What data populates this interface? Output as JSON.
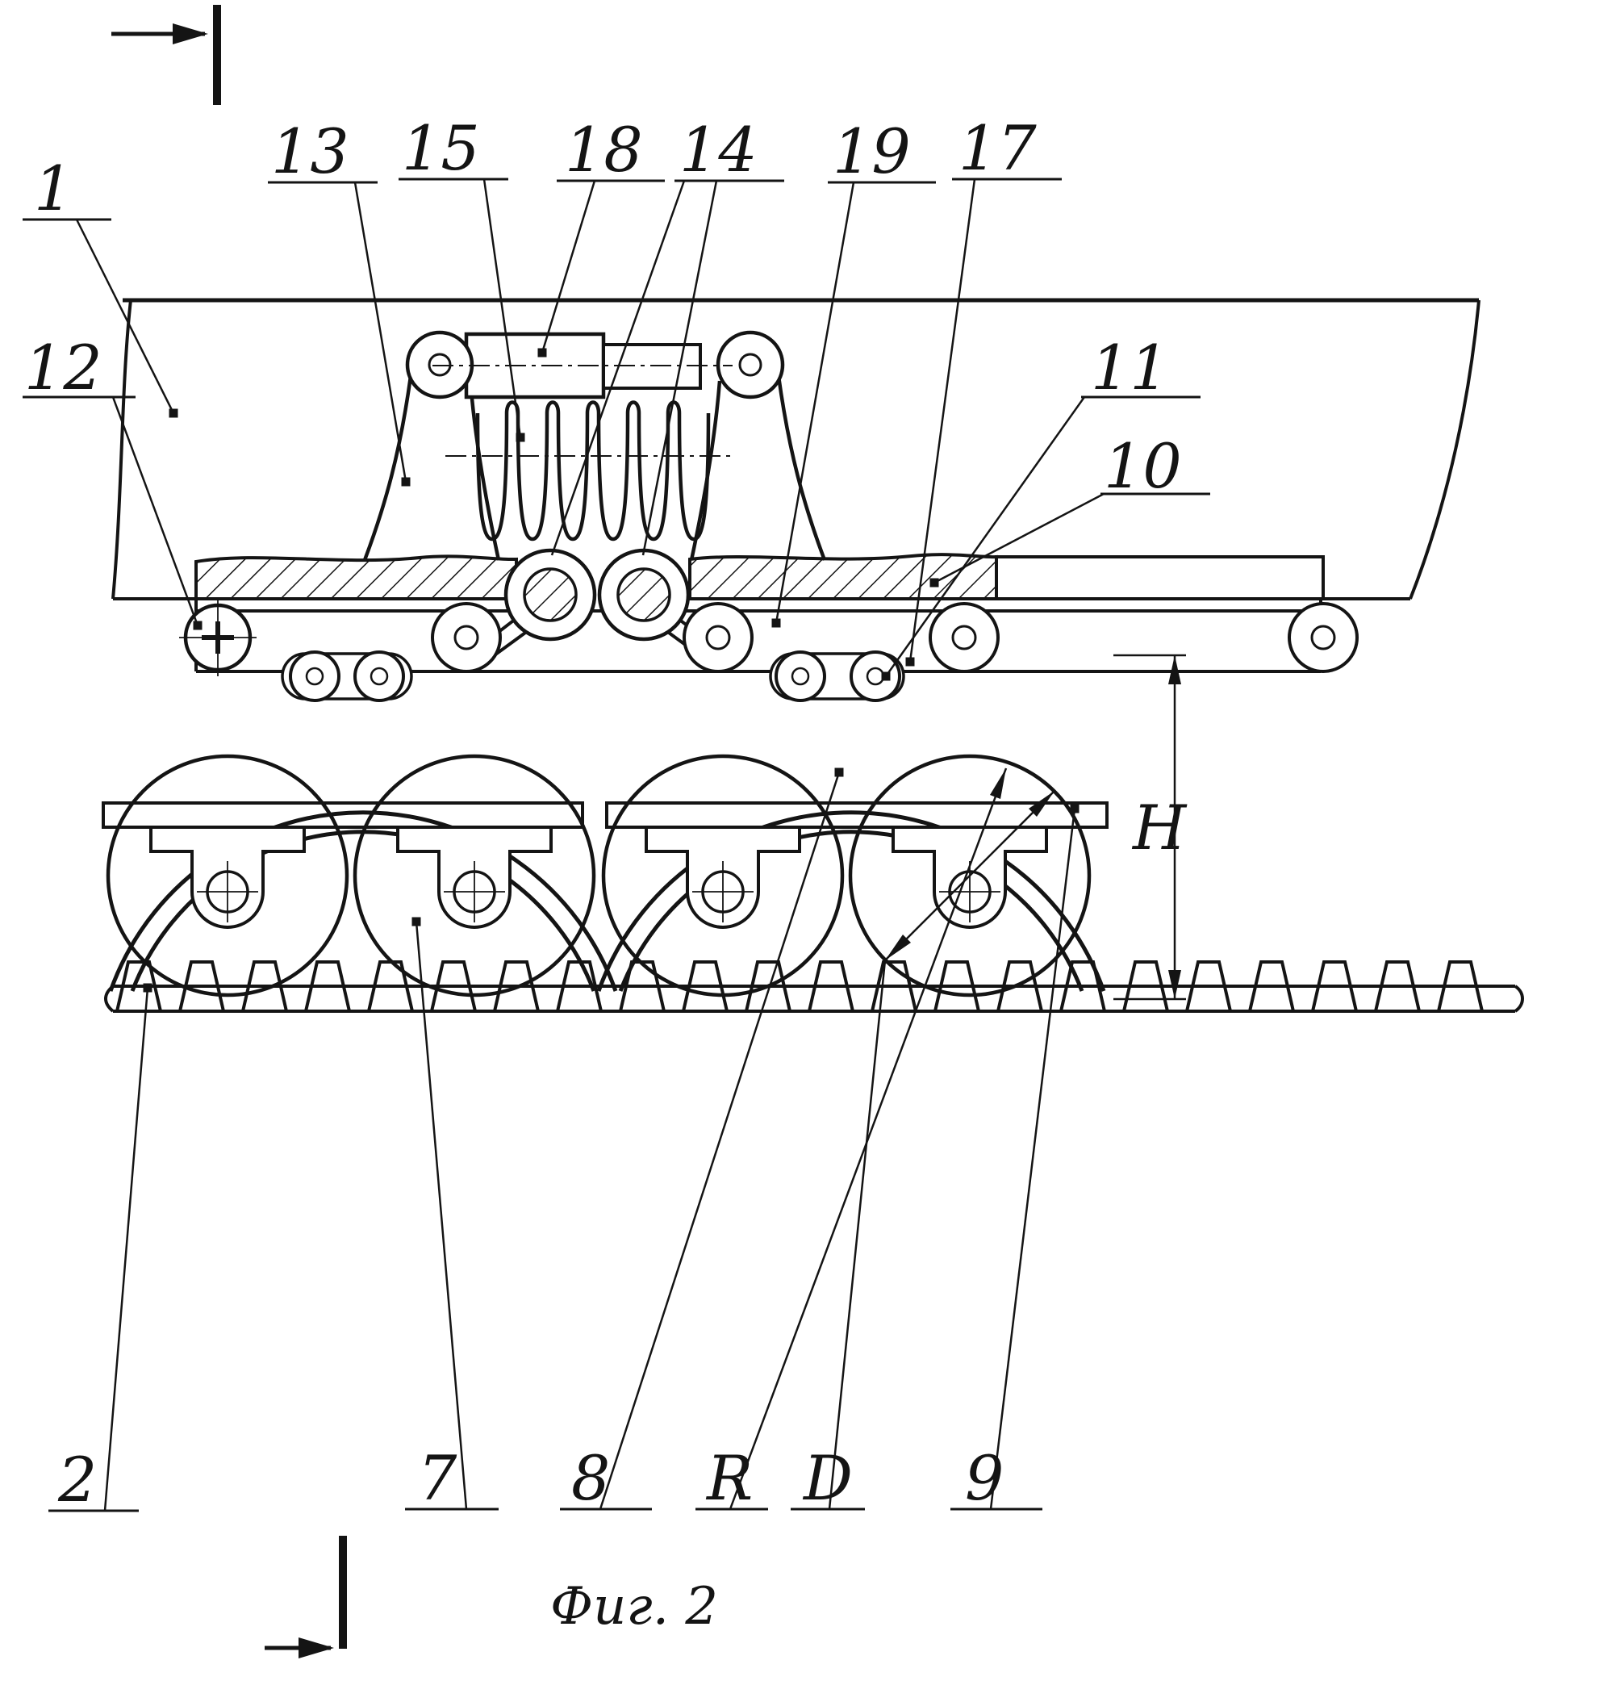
{
  "colors": {
    "ink": "#141414",
    "paper": "#ffffff"
  },
  "callouts": {
    "c1": "1",
    "c2": "2",
    "c7": "7",
    "c8": "8",
    "c9": "9",
    "c10": "10",
    "c11": "11",
    "c12": "12",
    "c13": "13",
    "c14": "14",
    "c15": "15",
    "c17": "17",
    "c18": "18",
    "c19": "19"
  },
  "dimensions": {
    "height": "H",
    "radius": "R",
    "diameter": "D"
  },
  "caption": "Фиг. 2"
}
